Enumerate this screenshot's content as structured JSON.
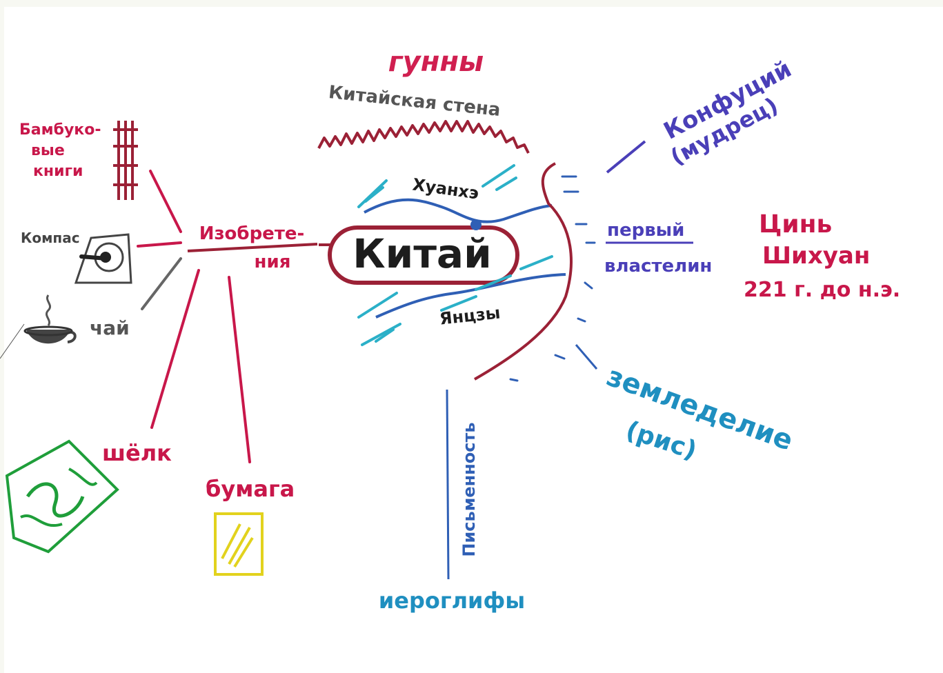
{
  "center": "Китай",
  "top": {
    "huns": "гунны",
    "wall": "Китайская стена"
  },
  "rivers": {
    "north": "Хуанхэ",
    "south": "Янцзы"
  },
  "inventions": {
    "label_line1": "Изобрете-",
    "label_line2": "ния",
    "bamboo_line1": "Бамбуко-",
    "bamboo_line2": "вые",
    "bamboo_line3": "книги",
    "compass": "Компас",
    "tea": "чай",
    "silk": "шёлк",
    "paper": "бумага"
  },
  "writing": {
    "label": "Письменность",
    "hieroglyphs": "иероглифы"
  },
  "right": {
    "confucius_line1": "Конфуций",
    "confucius_line2": "(мудрец)",
    "first_ruler_line1": "первый",
    "first_ruler_line2": "властелин",
    "qin_line1": "Цинь",
    "qin_line2": "Шихуан",
    "qin_line3": "221 г. до н.э.",
    "farming_line1": "земледелие",
    "farming_line2": "(рис)"
  },
  "colors": {
    "paper_bg": "#ffffff",
    "page_bg": "#f7f8f2",
    "crimson": "#c8174a",
    "maroon": "#9b2136",
    "black": "#1d1d1d",
    "blue": "#2f5fb5",
    "navy_purple": "#4a3fb8",
    "teal": "#2bb0c8",
    "sky": "#1f8fc0",
    "green": "#1f9e3a",
    "yellow": "#e2d21d",
    "gray": "#666666"
  }
}
